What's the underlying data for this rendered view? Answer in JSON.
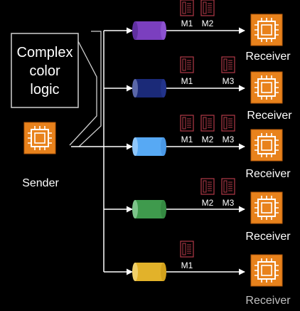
{
  "callout": {
    "lines": [
      "Complex",
      "color",
      "logic"
    ]
  },
  "sender": {
    "label": "Sender"
  },
  "rows": [
    {
      "queue_color": "#7b3fbf",
      "msgs": [
        "M1",
        "M2"
      ],
      "receiver_label": "Receiver"
    },
    {
      "queue_color": "#1b2a78",
      "msgs": [
        "M1",
        "M3"
      ],
      "receiver_label": "Receiver"
    },
    {
      "queue_color": "#57a9f4",
      "msgs": [
        "M1",
        "M2",
        "M3"
      ],
      "receiver_label": "Receiver"
    },
    {
      "queue_color": "#3f9a4d",
      "msgs": [
        "M2",
        "M3"
      ],
      "receiver_label": "Receiver"
    },
    {
      "queue_color": "#e2b22a",
      "msgs": [
        "M1"
      ],
      "receiver_label": "Receiver"
    }
  ],
  "colors": {
    "background": "#000000",
    "chip_orange": "#e8821c",
    "chip_dark_orange": "#b65a0b",
    "message_red": "#b23a48",
    "line": "#ffffff"
  },
  "icons": {
    "chip": "chip-icon",
    "message": "message-icon"
  }
}
